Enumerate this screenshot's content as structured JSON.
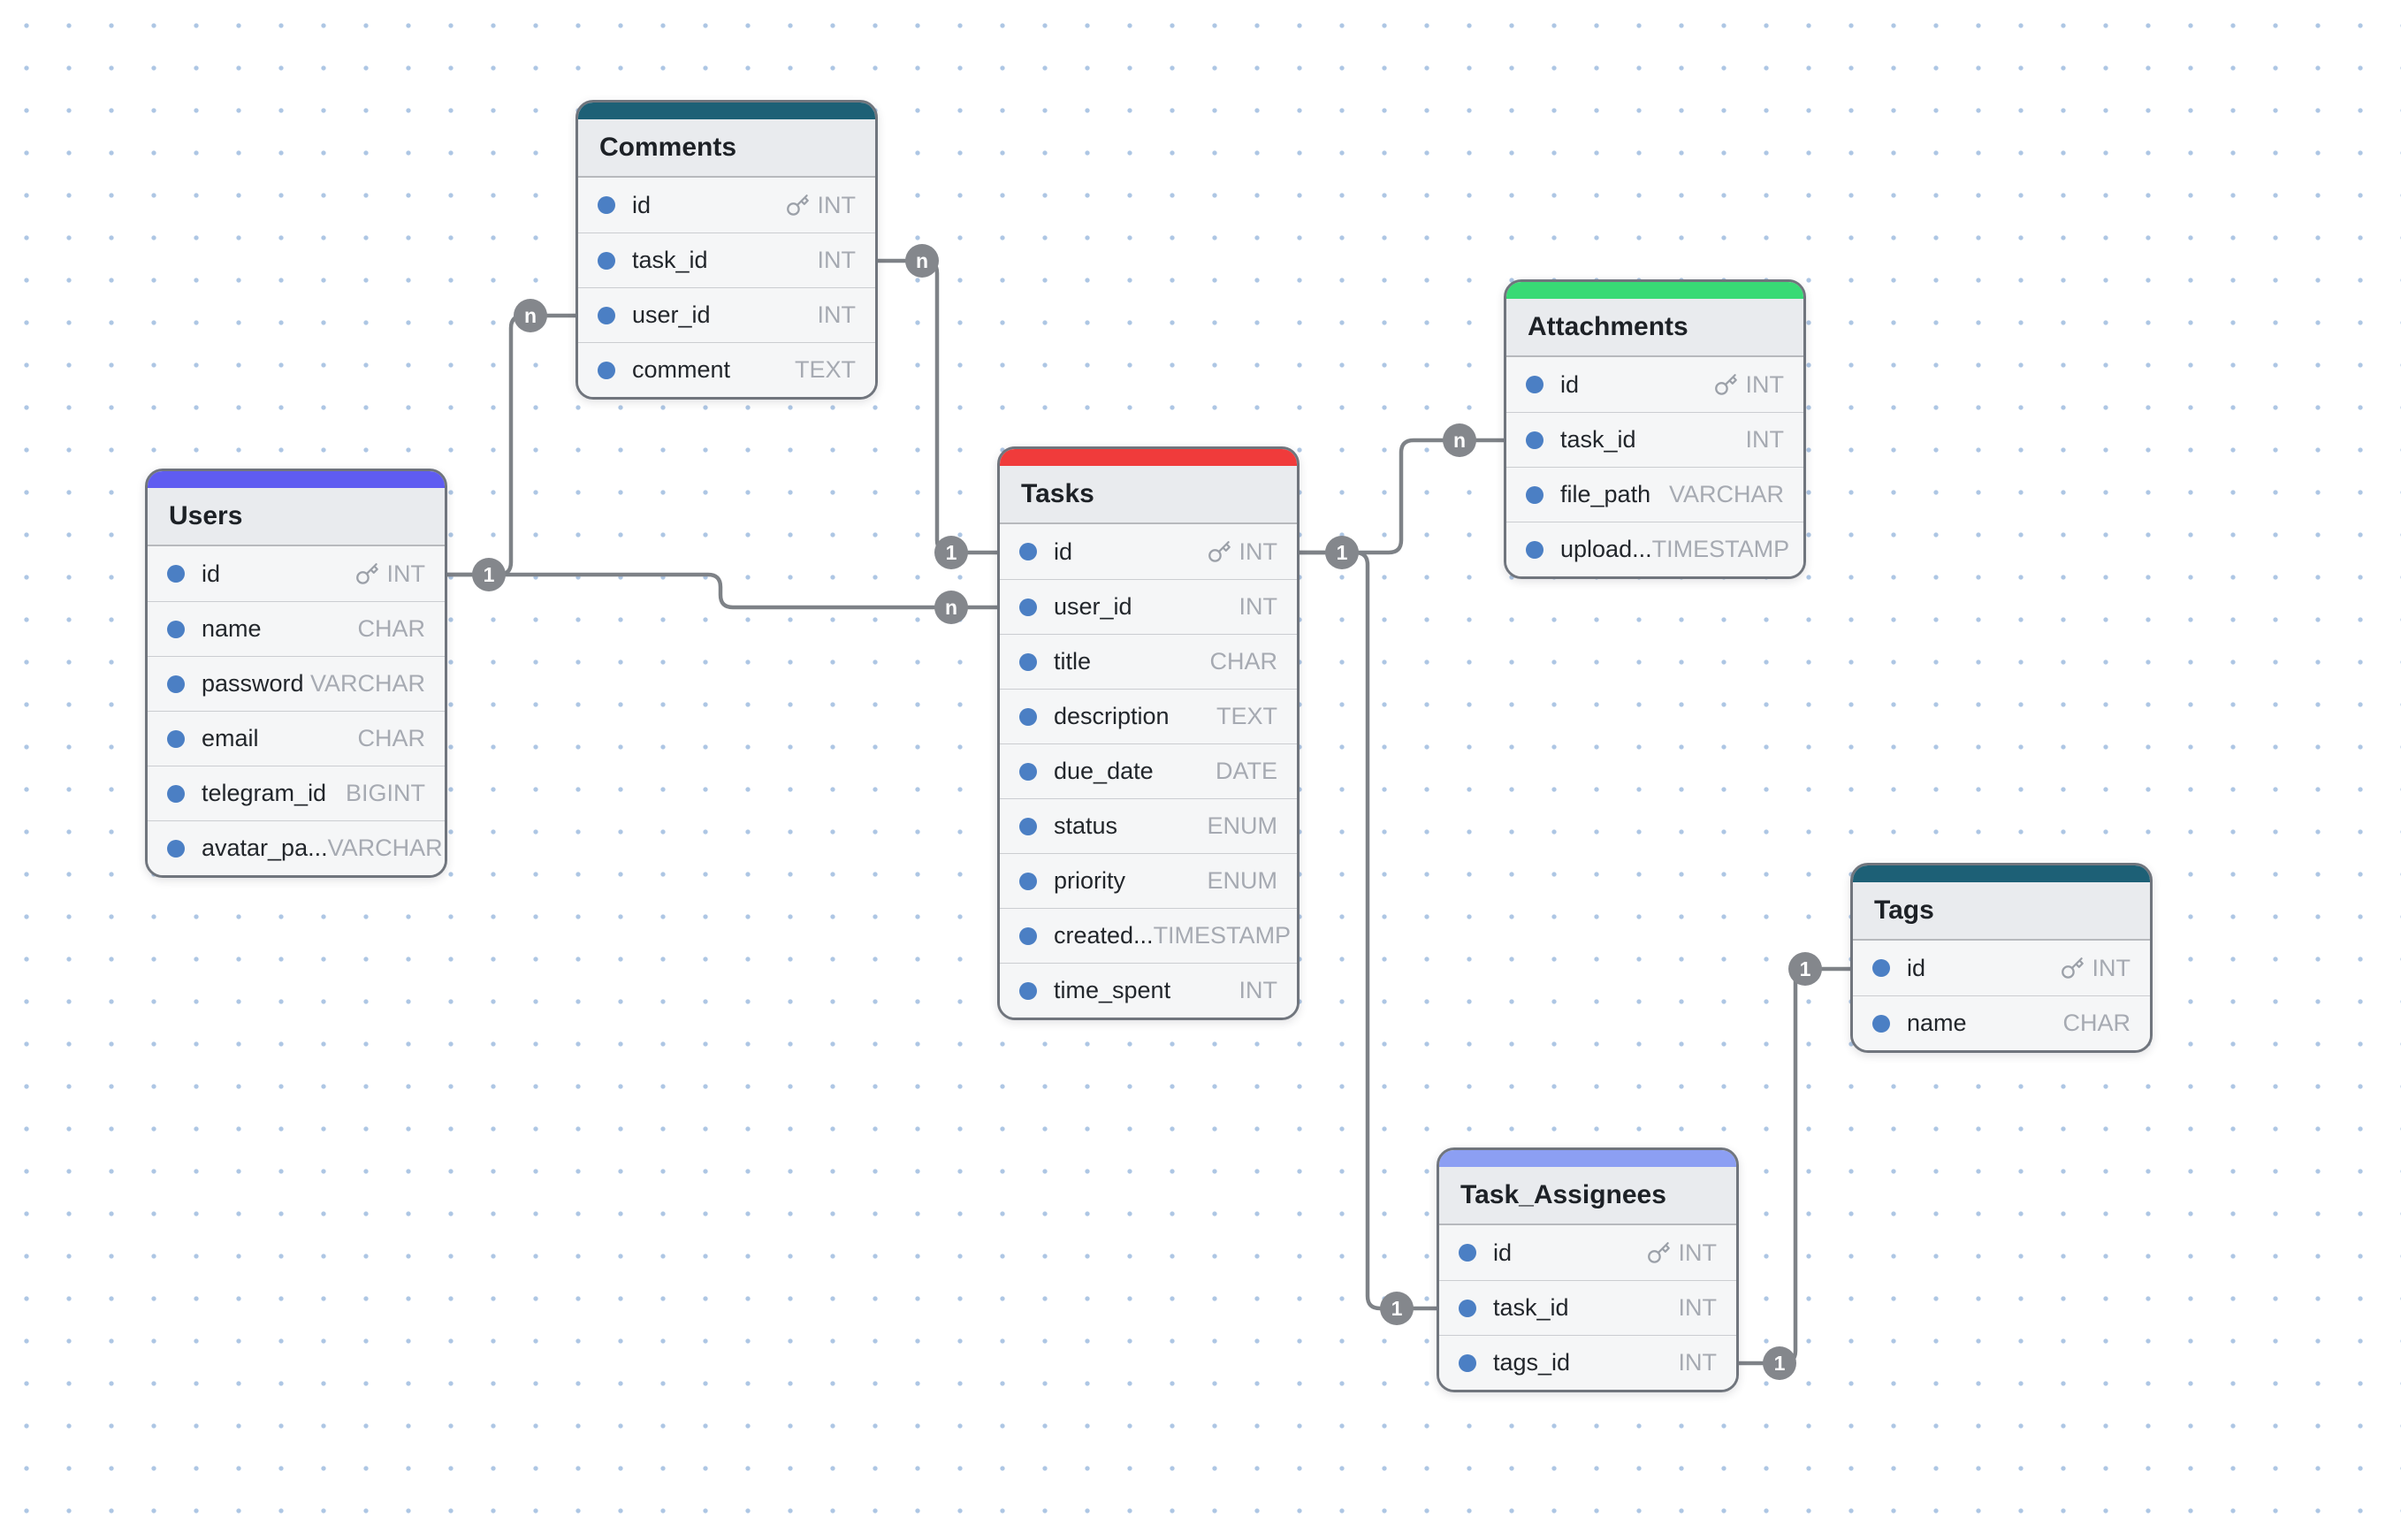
{
  "diagram": {
    "tool": "er-diagram",
    "line_color": "#7e8287",
    "badge_color": "#84878c",
    "dot_grid_color": "#adc6e4",
    "field_bullet_color": "#4b7fc4",
    "tables": [
      {
        "name": "Comments",
        "header_color": "#1d6076",
        "fields": [
          {
            "name": "id",
            "type": "INT",
            "pk": true
          },
          {
            "name": "task_id",
            "type": "INT",
            "pk": false
          },
          {
            "name": "user_id",
            "type": "INT",
            "pk": false
          },
          {
            "name": "comment",
            "type": "TEXT",
            "pk": false
          }
        ]
      },
      {
        "name": "Users",
        "header_color": "#5f5cf1",
        "fields": [
          {
            "name": "id",
            "type": "INT",
            "pk": true
          },
          {
            "name": "name",
            "type": "CHAR",
            "pk": false
          },
          {
            "name": "password",
            "type": "VARCHAR",
            "pk": false
          },
          {
            "name": "email",
            "type": "CHAR",
            "pk": false
          },
          {
            "name": "telegram_id",
            "type": "BIGINT",
            "pk": false
          },
          {
            "name": "avatar_pa...",
            "type": "VARCHAR",
            "pk": false
          }
        ]
      },
      {
        "name": "Tasks",
        "header_color": "#f03b3b",
        "fields": [
          {
            "name": "id",
            "type": "INT",
            "pk": true
          },
          {
            "name": "user_id",
            "type": "INT",
            "pk": false
          },
          {
            "name": "title",
            "type": "CHAR",
            "pk": false
          },
          {
            "name": "description",
            "type": "TEXT",
            "pk": false
          },
          {
            "name": "due_date",
            "type": "DATE",
            "pk": false
          },
          {
            "name": "status",
            "type": "ENUM",
            "pk": false
          },
          {
            "name": "priority",
            "type": "ENUM",
            "pk": false
          },
          {
            "name": "created...",
            "type": "TIMESTAMP",
            "pk": false
          },
          {
            "name": "time_spent",
            "type": "INT",
            "pk": false
          }
        ]
      },
      {
        "name": "Attachments",
        "header_color": "#38da75",
        "fields": [
          {
            "name": "id",
            "type": "INT",
            "pk": true
          },
          {
            "name": "task_id",
            "type": "INT",
            "pk": false
          },
          {
            "name": "file_path",
            "type": "VARCHAR",
            "pk": false
          },
          {
            "name": "upload...",
            "type": "TIMESTAMP",
            "pk": false
          }
        ]
      },
      {
        "name": "Tags",
        "header_color": "#1d6076",
        "fields": [
          {
            "name": "id",
            "type": "INT",
            "pk": true
          },
          {
            "name": "name",
            "type": "CHAR",
            "pk": false
          }
        ]
      },
      {
        "name": "Task_Assignees",
        "header_color": "#8c9ff3",
        "fields": [
          {
            "name": "id",
            "type": "INT",
            "pk": true
          },
          {
            "name": "task_id",
            "type": "INT",
            "pk": false
          },
          {
            "name": "tags_id",
            "type": "INT",
            "pk": false
          }
        ]
      }
    ],
    "cardinality_badges": [
      {
        "id": "users-comments-many",
        "label": "n"
      },
      {
        "id": "users-comments-one",
        "label": "1"
      },
      {
        "id": "tasks-comments-many",
        "label": "n"
      },
      {
        "id": "tasks-comments-one",
        "label": "1"
      },
      {
        "id": "users-tasks-many",
        "label": "n"
      },
      {
        "id": "tasks-attachments-one",
        "label": "1"
      },
      {
        "id": "tasks-attachments-many",
        "label": "n"
      },
      {
        "id": "tags-task-assignees-one",
        "label": "1"
      },
      {
        "id": "tasks-task-assignees-one",
        "label": "1"
      },
      {
        "id": "task-assignees-tags-one",
        "label": "1"
      }
    ]
  }
}
